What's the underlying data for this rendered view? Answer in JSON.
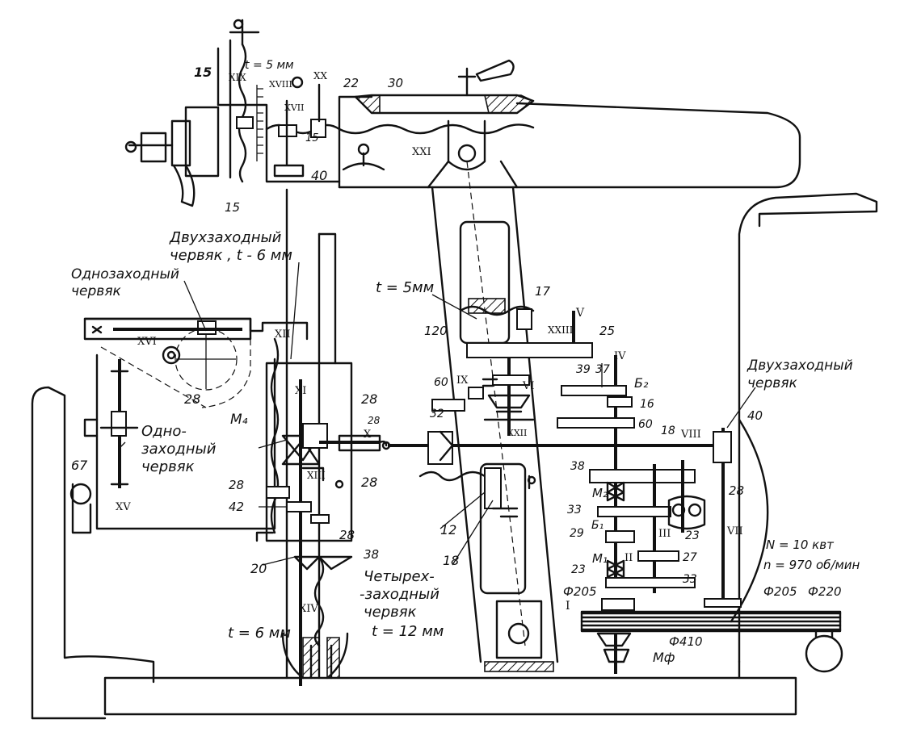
{
  "labels": {
    "top_t": "t = 5 мм",
    "dual_worm_t6_l1": "Двухзаходный",
    "dual_worm_t6_l2": "червяк , t - 6 мм",
    "single_worm_top_l1": "Однозаходный",
    "single_worm_top_l2": "червяк",
    "single_worm_left_l1": "Одно-",
    "single_worm_left_l2": "заходный",
    "single_worm_left_l3": "червяк",
    "dual_worm_right_l1": "Двухзаходный",
    "dual_worm_right_l2": "червяк",
    "mid_t5": "t = 5мм",
    "quad_worm_l1": "Четырех-",
    "quad_worm_l2": "-заходный",
    "quad_worm_l3": "червяк",
    "quad_worm_l4": "t = 12 мм",
    "bottom_t6": "t = 6 мм",
    "power": "N = 10 квт",
    "speed": "n = 970 об/мин",
    "d205a": "Ф205",
    "d205b": "Ф205",
    "d220": "Ф220",
    "d410": "Ф410",
    "mf": "Мф",
    "m1": "М₁",
    "m2": "М₂",
    "m4": "М₄",
    "b1": "Б₁",
    "b2": "Б₂"
  },
  "roman": {
    "I": "I",
    "II": "II",
    "III": "III",
    "IV": "IV",
    "V": "V",
    "VI": "VI",
    "VII": "VII",
    "VIII": "VIII",
    "IX": "IX",
    "X": "X",
    "XI": "XI",
    "XII": "XII",
    "XIII": "XIII",
    "XIV": "XIV",
    "XV": "XV",
    "XVI": "XVI",
    "XVII": "XVII",
    "XVIII": "XVIII",
    "XIX": "XIX",
    "XX": "XX",
    "XXI": "XXI",
    "XXII": "XXII",
    "XXIII": "XXIII"
  },
  "numbers": {
    "n15a": "15",
    "n15b": "15",
    "n15c": "15",
    "n22": "22",
    "n30": "30",
    "n40a": "40",
    "n28a": "28",
    "n28b": "28",
    "n28c": "28",
    "n28d": "28",
    "n28e": "28",
    "n28f": "28",
    "n28g": "28",
    "n67": "67",
    "n42": "42",
    "n20": "20",
    "n38a": "38",
    "n38b": "38",
    "n12": "12",
    "n18a": "18",
    "n18b": "18",
    "n17": "17",
    "n120": "120",
    "n25": "25",
    "n39": "39",
    "n37": "37",
    "n16": "16",
    "n60a": "60",
    "n60b": "60",
    "n32": "32",
    "n40b": "40",
    "n33a": "33",
    "n33b": "33",
    "n23a": "23",
    "n23b": "23",
    "n29": "29",
    "n27": "27"
  }
}
